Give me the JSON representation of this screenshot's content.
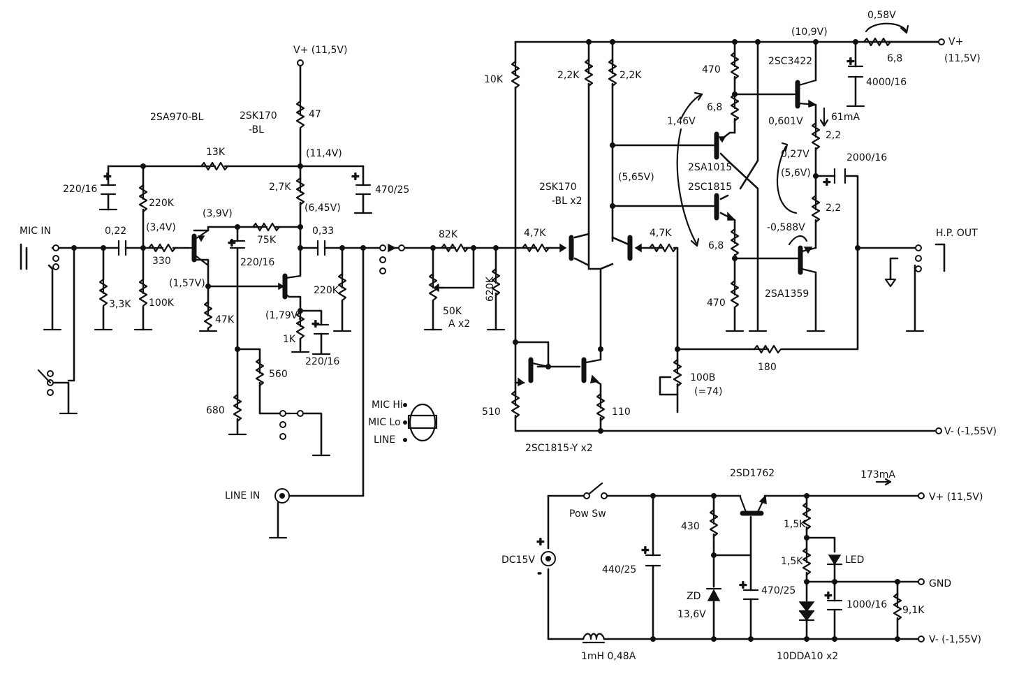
{
  "preamp": {
    "supply_in": "V+ (11,5V)",
    "transistor_pnp": "2SA970-BL",
    "fet": "2SK170",
    "fet_grade": "-BL",
    "r_47": "47",
    "r_13k": "13K",
    "node_114": "(11,4V)",
    "c_220_16_a": "220/16",
    "r_220k_a": "220K",
    "r_27k": "2,7K",
    "c_470_25": "470/25",
    "node_645": "(6,45V)",
    "node_39": "(3,9V)",
    "node_34": "(3,4V)",
    "c_022": "0,22",
    "r_75k": "75K",
    "c_033": "0,33",
    "r_330": "330",
    "c_220_16_b": "220/16",
    "node_157": "(1,57V)",
    "r_33k": "3,3K",
    "r_100k": "100K",
    "r_47k": "47K",
    "node_179": "(1,79V)",
    "r_220k_b": "220K",
    "r_1k": "1K",
    "c_220_16_c": "220/16",
    "r_560": "560",
    "r_680": "680",
    "mic_in": "MIC IN",
    "line_in": "LINE IN"
  },
  "selector": {
    "mic_hi": "MIC Hi",
    "mic_lo": "MIC Lo",
    "line": "LINE"
  },
  "volume": {
    "r_82k": "82K",
    "pot_50k": "50K",
    "pot_type": "A x2",
    "r_620k": "620K"
  },
  "power_amp": {
    "r_10k": "10K",
    "r_22k_a": "2,2K",
    "r_22k_b": "2,2K",
    "r_470_a": "470",
    "node_109": "(10,9V)",
    "v_058": "0,58V",
    "r_68_out": "6,8",
    "supply_out": "V+",
    "supply_out_val": "(11,5V)",
    "q_2sc3422": "2SC3422",
    "c_4000_16": "4000/16",
    "r_68_a": "6,8",
    "v_146": "1,46V",
    "v_0601": "0,601V",
    "i_61ma": "61mA",
    "r_22_a": "2,2",
    "v_027": "0,27V",
    "node_56": "(5,6V)",
    "c_2000_16": "2000/16",
    "q_2sa1015": "2SA1015",
    "q_2sc1815": "2SC1815",
    "node_565": "(5,65V)",
    "fet_pair": "2SK170",
    "fet_pair_grade": "-BL x2",
    "r_22_b": "2,2",
    "v_0588": "-0,588V",
    "r_47k_a": "4,7K",
    "r_47k_b": "4,7K",
    "r_68_b": "6,8",
    "hp_out": "H.P. OUT",
    "r_470_b": "470",
    "q_2sa1359": "2SA1359",
    "r_180": "180",
    "pot_100b": "100B",
    "pot_set": "(=74)",
    "r_510": "510",
    "r_110": "110",
    "q_pair": "2SC1815-Y x2",
    "supply_neg": "V- (-1,55V)"
  },
  "power_supply": {
    "q_2sd1762": "2SD1762",
    "i_173ma": "173mA",
    "out_vplus": "V+ (11,5V)",
    "pow_sw": "Pow Sw",
    "r_430": "430",
    "r_15k_a": "1,5K",
    "dc_in": "DC15V",
    "c_440_25": "440/25",
    "r_15k_b": "1,5K",
    "led": "LED",
    "gnd": "GND",
    "zd": "ZD",
    "zd_v": "13,6V",
    "c_470_25": "470/25",
    "c_1000_16": "1000/16",
    "r_91k": "9,1K",
    "out_vminus": "V- (-1,55V)",
    "inductor": "1mH  0,48A",
    "diodes": "10DDA10 x2"
  }
}
